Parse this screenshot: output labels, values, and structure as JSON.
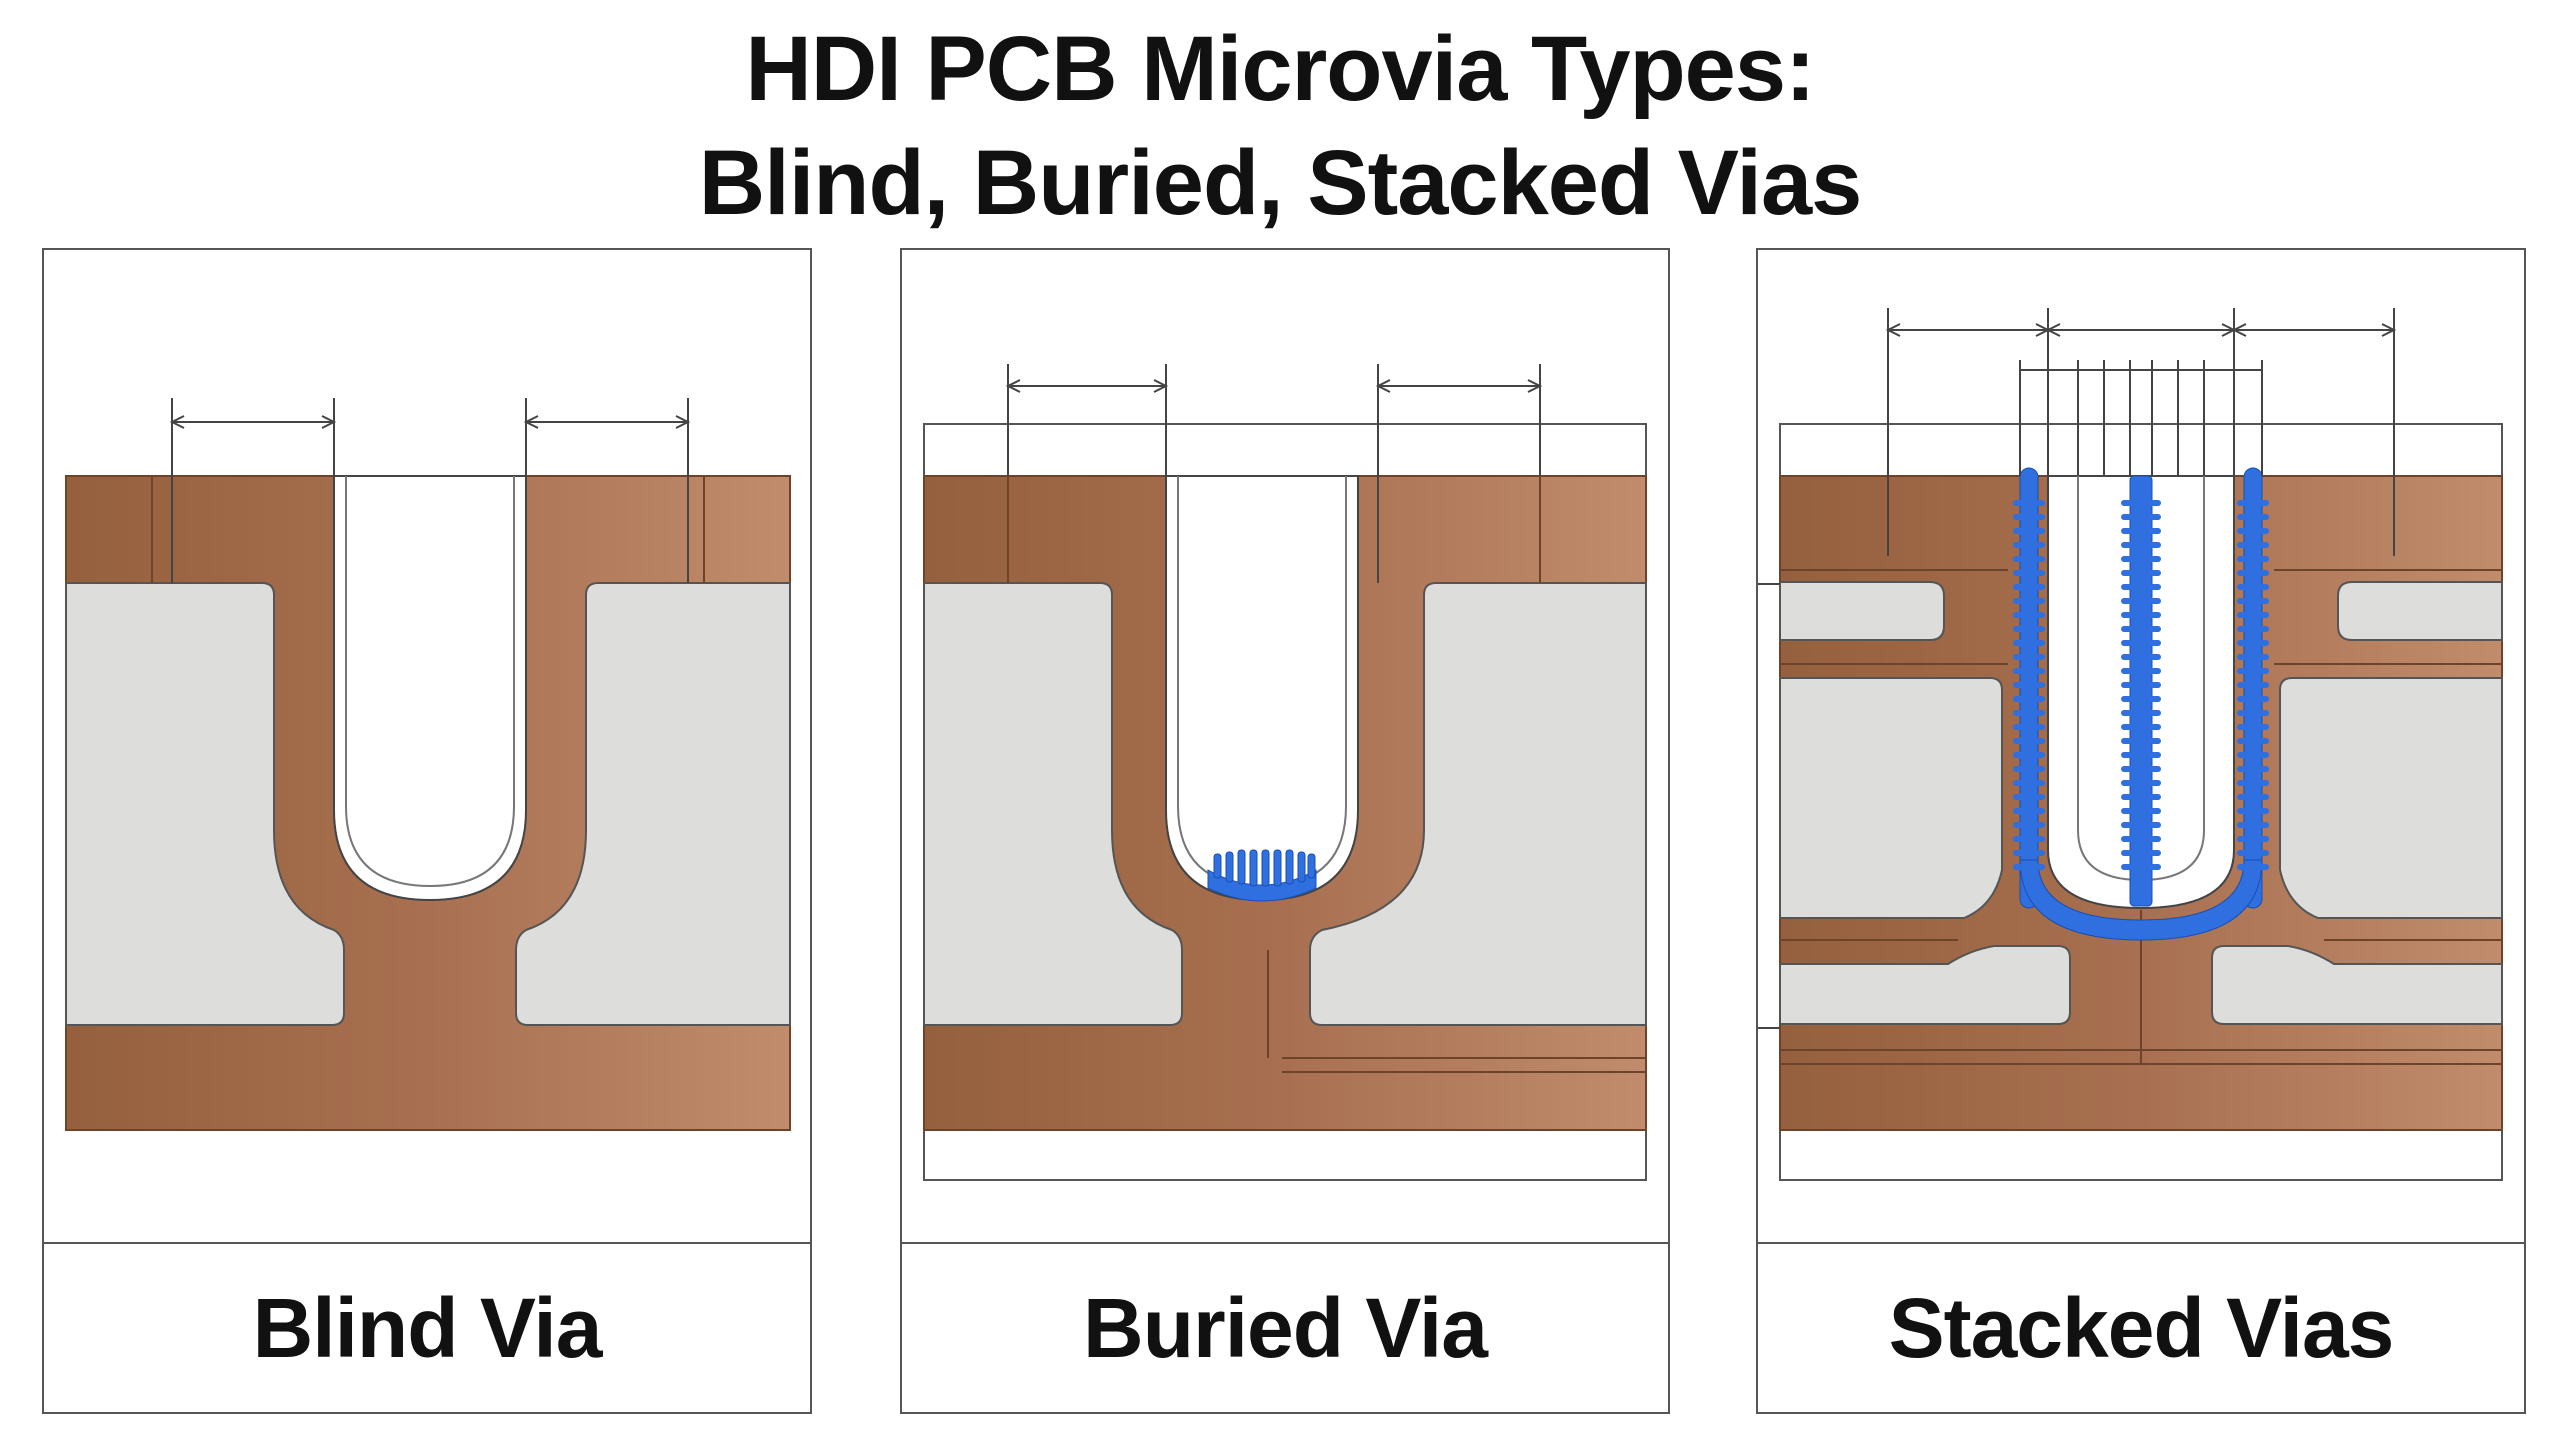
{
  "title": {
    "line1": "HDI PCB Microvia Types:",
    "line2": "Blind, Buried, Stacked Vias"
  },
  "panels": [
    {
      "id": "blind",
      "label": "Blind Via"
    },
    {
      "id": "buried",
      "label": "Buried Via"
    },
    {
      "id": "stacked",
      "label": "Stacked Vias"
    }
  ],
  "colors": {
    "copper_dark": "#98603c",
    "copper_light": "#bf8a68",
    "dielectric": "#dddddb",
    "plating_blue": "#2f6fe0",
    "line": "#444444"
  }
}
